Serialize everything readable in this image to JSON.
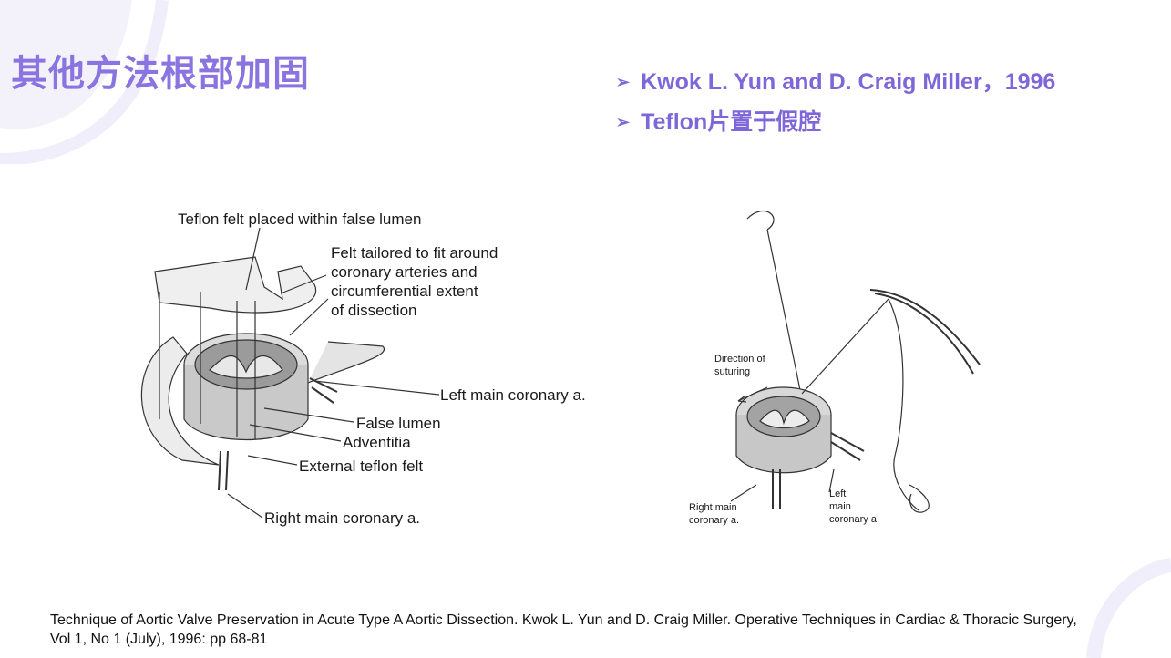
{
  "title": "其他方法根部加固",
  "bullets": [
    "Kwok L. Yun and D. Craig Miller，1996",
    "Teflon片置于假腔"
  ],
  "figure_left": {
    "labels": {
      "teflon_felt": "Teflon felt placed within false lumen",
      "felt_tailored": [
        "Felt tailored to fit around",
        "coronary arteries and",
        "circumferential extent",
        "of dissection"
      ],
      "left_main": "Left main coronary a.",
      "false_lumen": "False lumen",
      "adventitia": "Adventitia",
      "external_felt": "External teflon felt",
      "right_main": "Right main coronary a."
    }
  },
  "figure_right": {
    "labels": {
      "direction": [
        "Direction of",
        "suturing"
      ],
      "right_main": [
        "Right main",
        "coronary a."
      ],
      "left_main": [
        "Left",
        "main",
        "coronary a."
      ]
    }
  },
  "citation": [
    "Technique of Aortic Valve Preservation in Acute Type A Aortic Dissection. Kwok L. Yun and D. Craig Miller. Operative Techniques in Cardiac & Thoracic Surgery,",
    "Vol 1, No 1 (July), 1996: pp 68-81"
  ],
  "colors": {
    "accent": "#7e67d9",
    "title": "#8a74e0",
    "decoration": "#f1f0fb"
  }
}
